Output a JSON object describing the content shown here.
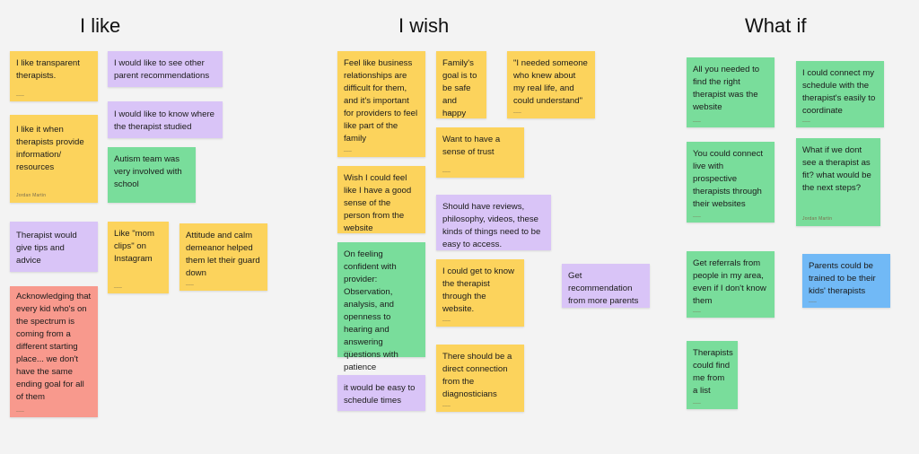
{
  "colors": {
    "background": "#f3f3f3",
    "yellow": "#fcd35c",
    "purple": "#d9c4f7",
    "green": "#79dd9b",
    "red": "#f8998d",
    "blue": "#71b9f6"
  },
  "columns": {
    "like": "I like",
    "wish": "I wish",
    "what_if": "What if"
  },
  "notes": {
    "like": [
      {
        "text": "I like transparent therapists.",
        "color": "yellow",
        "foot": "___"
      },
      {
        "text": "I would like to see other parent recommendations",
        "color": "purple",
        "foot": ""
      },
      {
        "text": "I like it when therapists provide information/ resources",
        "color": "yellow",
        "foot": "Jordan Martin"
      },
      {
        "text": "I would like to know where the therapist studied",
        "color": "purple",
        "foot": ""
      },
      {
        "text": "Autism team was very involved with school",
        "color": "green",
        "foot": ""
      },
      {
        "text": "Therapist would give tips and advice",
        "color": "purple",
        "foot": ""
      },
      {
        "text": "Like \"mom clips\" on Instagram",
        "color": "yellow",
        "foot": "___"
      },
      {
        "text": "Attitude and calm demeanor helped them let their guard down",
        "color": "yellow",
        "foot": "___"
      },
      {
        "text": "Acknowledging that every kid who's on the spectrum is coming from a different starting place... we don't have the same ending goal for all of them",
        "color": "red",
        "foot": "___"
      }
    ],
    "wish": [
      {
        "text": "Feel like business relationships are difficult for them, and it's important for providers to feel like part of the family",
        "color": "yellow",
        "foot": "___"
      },
      {
        "text": "Family's goal is to be safe and happy",
        "color": "yellow",
        "foot": "___"
      },
      {
        "text": "\"I needed someone who knew about my real life, and could understand\"",
        "color": "yellow",
        "foot": "___"
      },
      {
        "text": "Want to have a sense of trust",
        "color": "yellow",
        "foot": "___"
      },
      {
        "text": "Wish I could feel like I have a good sense of the person from the website",
        "color": "yellow",
        "foot": "___"
      },
      {
        "text": "Should have reviews, philosophy, videos, these kinds of things need to be easy to access.",
        "color": "purple",
        "foot": ""
      },
      {
        "text": "On feeling confident with provider: Observation, analysis, and openness to hearing and answering questions with patience",
        "color": "green",
        "foot": "___"
      },
      {
        "text": "I could get to know the therapist through the website.",
        "color": "yellow",
        "foot": "___"
      },
      {
        "text": "Get recommendation from more parents",
        "color": "purple",
        "foot": ""
      },
      {
        "text": "There should be a direct connection from the diagnosticians",
        "color": "yellow",
        "foot": "___"
      },
      {
        "text": "it would be easy to schedule times",
        "color": "purple",
        "foot": ""
      }
    ],
    "what_if": [
      {
        "text": "All you needed to find the right therapist was the website",
        "color": "green",
        "foot": "___"
      },
      {
        "text": "I could connect my schedule with the therapist's easily to coordinate",
        "color": "green",
        "foot": "___"
      },
      {
        "text": "You could connect live with prospective therapists through their websites",
        "color": "green",
        "foot": "___"
      },
      {
        "text": "What if we dont see a therapist as fit? what would be the next steps?",
        "color": "green",
        "foot": "Jordan Martin"
      },
      {
        "text": "Get referrals from people in my area, even if I don't know them",
        "color": "green",
        "foot": "___"
      },
      {
        "text": "Parents could be trained to be their kids' therapists",
        "color": "blue",
        "foot": "___"
      },
      {
        "text": "Therapists could find me from a list",
        "color": "green",
        "foot": "___"
      }
    ]
  }
}
